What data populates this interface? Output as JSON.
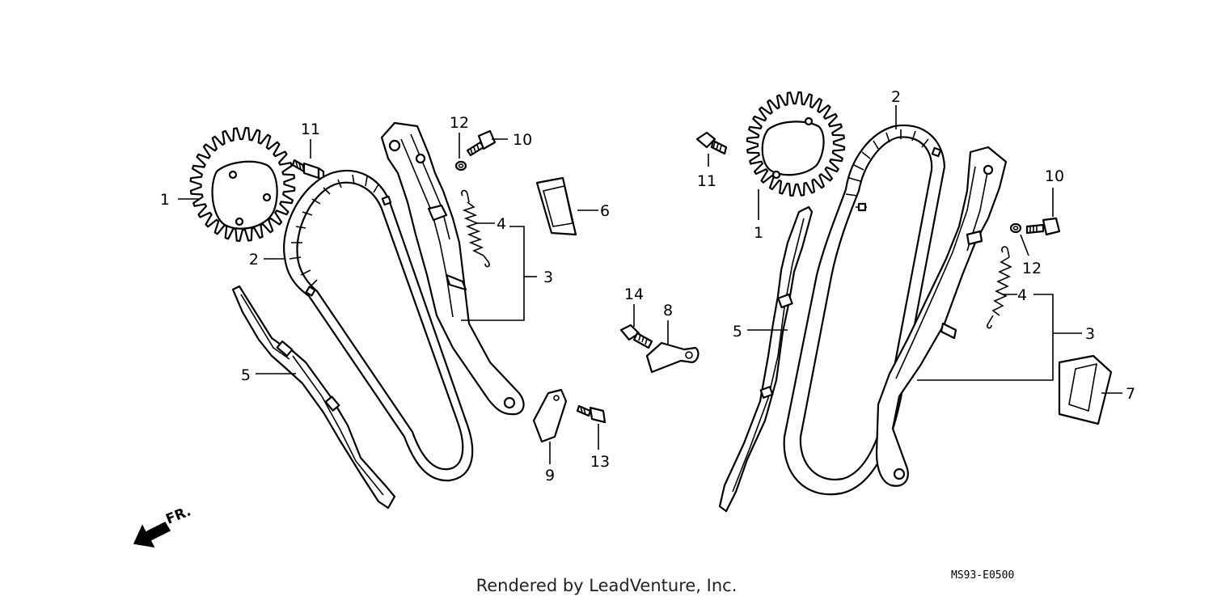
{
  "diagram": {
    "callouts_left": [
      "1",
      "2",
      "3",
      "4",
      "5",
      "6",
      "9",
      "10",
      "11",
      "12",
      "13"
    ],
    "callouts_center": [
      "8",
      "14"
    ],
    "callouts_right": [
      "1",
      "2",
      "3",
      "4",
      "5",
      "7",
      "10",
      "11",
      "12"
    ],
    "direction_label": "FR.",
    "drawing_code": "MS93-E0500"
  },
  "footer": {
    "credit": "Rendered by LeadVenture, Inc."
  }
}
